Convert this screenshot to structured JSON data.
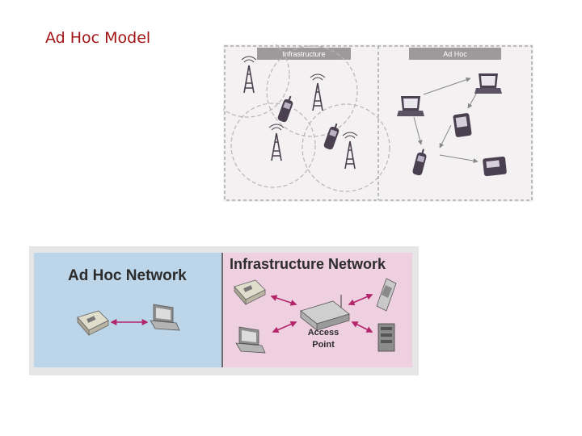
{
  "slide": {
    "title": "Ad Hoc Model"
  },
  "top_diagram": {
    "infrastructure_label": "Infrastructure",
    "adhoc_label": "Ad Hoc"
  },
  "bottom_diagram": {
    "adhoc_title": "Ad Hoc Network",
    "infrastructure_title": "Infrastructure Network",
    "access_point_line1": "Access",
    "access_point_line2": "Point"
  },
  "colors": {
    "title": "#a31515",
    "adhoc_panel": "#bcd5e8",
    "infrastructure_panel": "#efd0e0",
    "arrow": "#b3246b",
    "header_bar": "#9e9a9c"
  },
  "icons": [
    "antenna-tower-icon",
    "cell-phone-icon",
    "laptop-icon",
    "pda-icon",
    "pager-icon",
    "router-icon",
    "server-tower-icon"
  ]
}
